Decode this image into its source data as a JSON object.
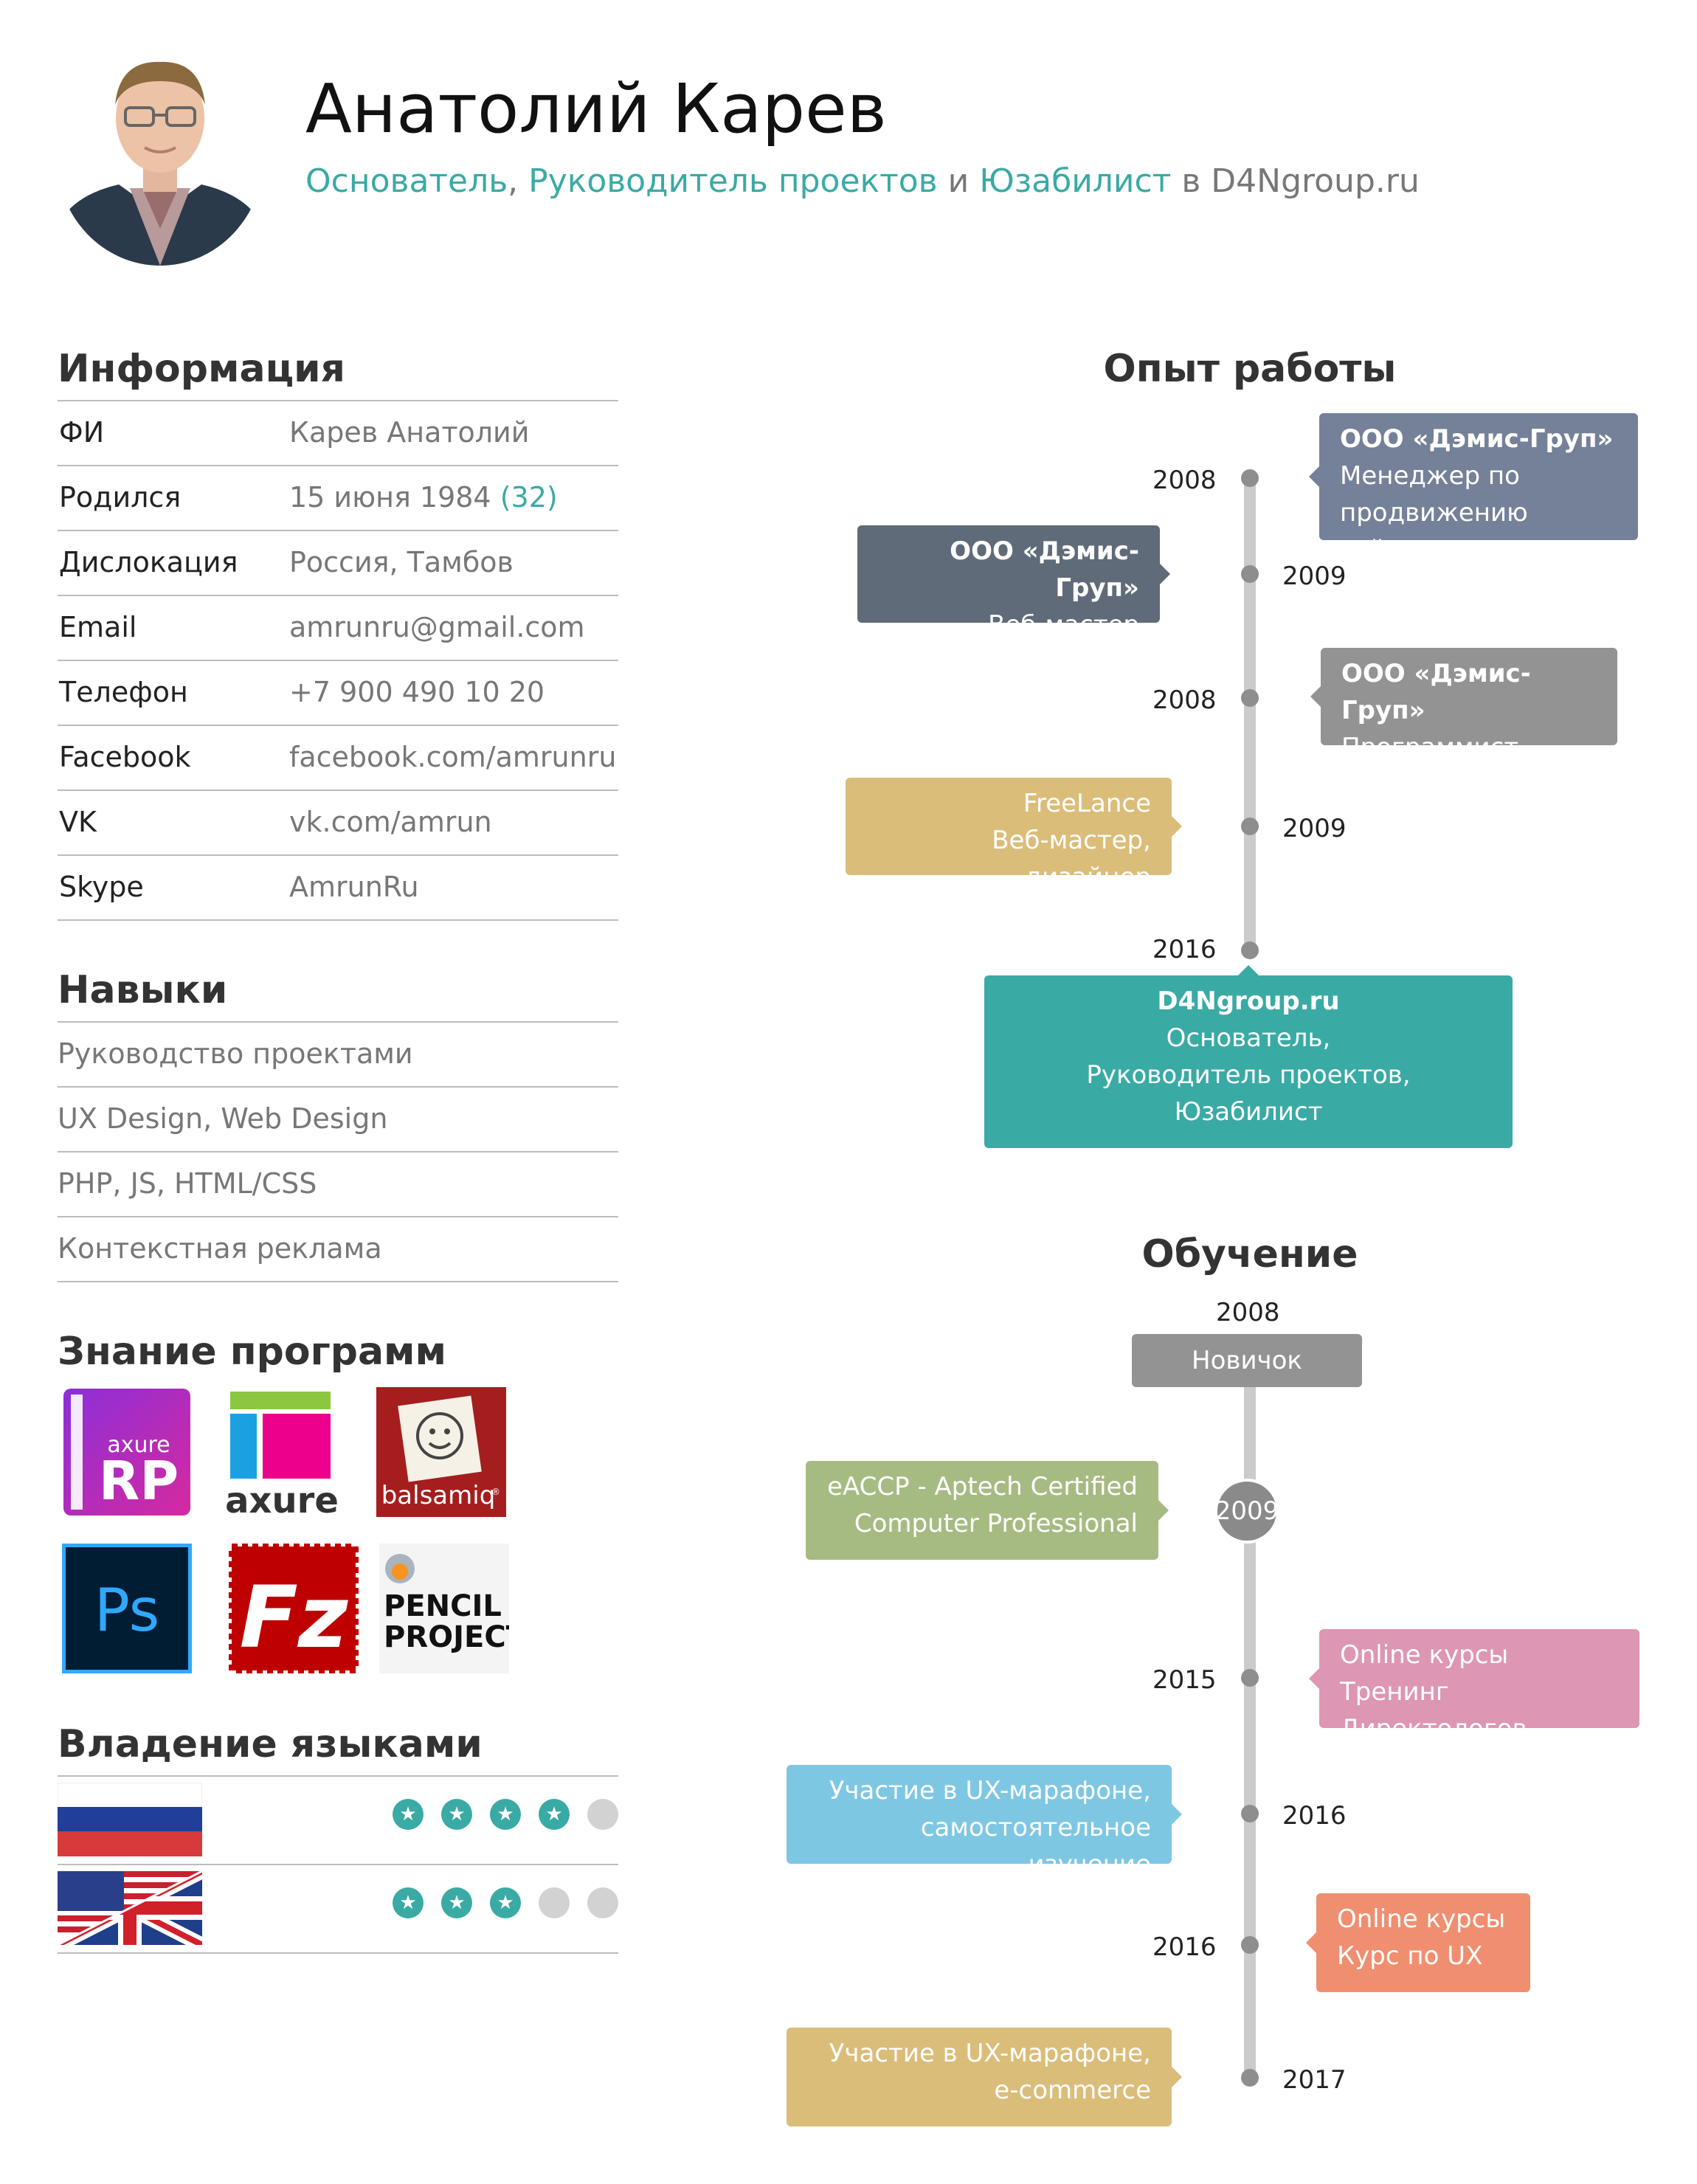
{
  "header": {
    "name": "Анатолий Карев",
    "role1": "Основатель",
    "sep1": ",",
    "role2": "Руководитель проектов",
    "conj": "и",
    "role3": "Юзабилист",
    "prep": "в",
    "company": "D4Ngroup.ru"
  },
  "info": {
    "title": "Информация",
    "rows": [
      {
        "label": "ФИ",
        "value": "Карев Анатолий"
      },
      {
        "label": "Родился",
        "value": "15 июня 1984",
        "age": "(32)"
      },
      {
        "label": "Дислокация",
        "value": "Россия, Тамбов"
      },
      {
        "label": "Email",
        "value": "amrunru@gmail.com"
      },
      {
        "label": "Телефон",
        "value": "+7 900 490 10 20"
      },
      {
        "label": "Facebook",
        "value": "facebook.com/amrunru"
      },
      {
        "label": "VK",
        "value": "vk.com/amrun"
      },
      {
        "label": "Skype",
        "value": "AmrunRu"
      }
    ]
  },
  "skills": {
    "title": "Навыки",
    "items": [
      "Руководство проектами",
      "UX Design, Web Design",
      "PHP, JS, HTML/CSS",
      "Контекстная реклама"
    ]
  },
  "programs": {
    "title": "Знание программ",
    "logos": {
      "axure_rp_small": "axure",
      "axure_rp_big": "RP",
      "axure": "axure",
      "balsamiq": "balsamiq",
      "balsamiq_mark": "®",
      "photoshop": "Ps",
      "filezilla": "Fz",
      "pencil_line1": "PENCIL",
      "pencil_line2": "PROJECT"
    }
  },
  "languages": {
    "title": "Владение языками",
    "items": [
      {
        "flag": "russia-flag",
        "level": 4,
        "max": 5
      },
      {
        "flag": "uk-us-flag",
        "level": 3,
        "max": 5
      }
    ],
    "star_glyph": "★"
  },
  "experience": {
    "title": "Опыт работы",
    "entries": [
      {
        "year": "2008",
        "lines": [
          "ООО «Дэмис-Груп»",
          "Менеджер по",
          "продвижению сайтов"
        ],
        "color": "#748198"
      },
      {
        "year": "2009",
        "lines": [
          "ООО «Дэмис-Груп»",
          "Веб-мастер"
        ],
        "color": "#5f6b78"
      },
      {
        "year": "2008",
        "lines": [
          "ООО «Дэмис-Груп»",
          "Программист"
        ],
        "color": "#939393"
      },
      {
        "year": "2009",
        "lines": [
          "FreeLance",
          "Веб-мастер, дизайнер"
        ],
        "color": "#dbbd7a"
      },
      {
        "year": "2016",
        "lines": [
          "D4Ngroup.ru",
          "Основатель,",
          "Руководитель проектов,",
          "Юзабилист"
        ],
        "color": "#3aaaa5"
      }
    ]
  },
  "education": {
    "title": "Обучение",
    "entries": [
      {
        "year": "2008",
        "lines": [
          "Новичок"
        ],
        "color": "#939393"
      },
      {
        "year": "2009",
        "lines": [
          "eACCP - Aptech Certified",
          "Computer Professional"
        ],
        "color": "#a6bb82"
      },
      {
        "year": "2015",
        "lines": [
          "Online курсы",
          "Тренинг Директологов"
        ],
        "color": "#dd96b4"
      },
      {
        "year": "2016",
        "lines": [
          "Участие в UX-марафоне,",
          "самостоятельное изучение"
        ],
        "color": "#7ec7e3"
      },
      {
        "year": "2016",
        "lines": [
          "Online курсы",
          "Курс по UX"
        ],
        "color": "#f08e70"
      },
      {
        "year": "2017",
        "lines": [
          "Участие в UX-марафоне,",
          "e-commerce"
        ],
        "color": "#dbbd7a"
      }
    ]
  }
}
